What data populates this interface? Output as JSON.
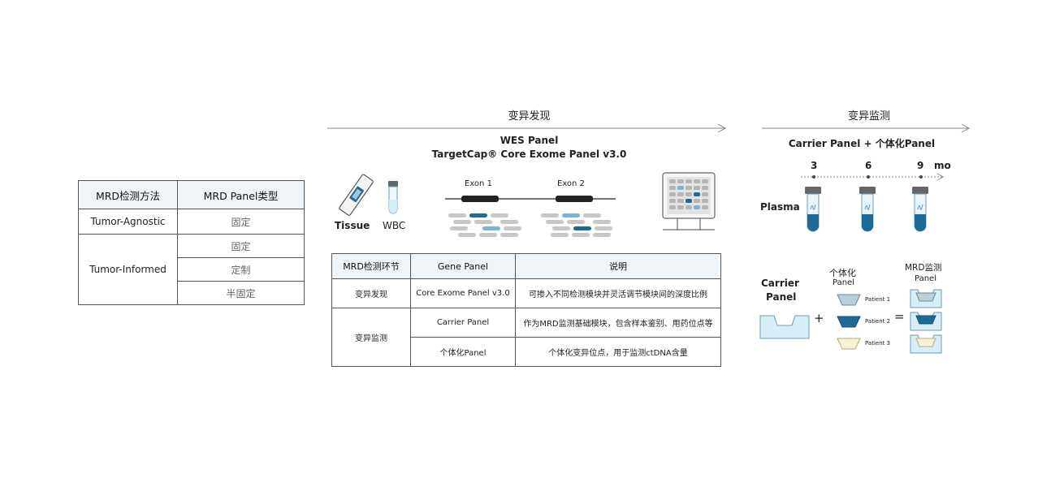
{
  "left_table": {
    "headers": [
      "MRD检测方法",
      "MRD Panel类型"
    ],
    "agnostic": {
      "method": "Tumor-Agnostic",
      "type": "固定"
    },
    "informed": {
      "method": "Tumor-Informed",
      "types": [
        "固定",
        "定制",
        "半固定"
      ]
    }
  },
  "discovery": {
    "section_title": "变异发现",
    "panel_title": "WES Panel",
    "panel_subtitle": "TargetCap® Core Exome Panel v3.0",
    "tissue_label": "Tissue",
    "wbc_label": "WBC",
    "exon1": "Exon 1",
    "exon2": "Exon 2"
  },
  "middle_table": {
    "headers": [
      "MRD检测环节",
      "Gene Panel",
      "说明"
    ],
    "rows": [
      {
        "stage": "变异发现",
        "panel": "Core Exome Panel v3.0",
        "desc": "可掺入不同检测模块并灵活调节模块间的深度比例"
      },
      {
        "stage": "变异监测",
        "panel": "Carrier Panel",
        "desc": "作为MRD监测基础模块，包含样本鉴别、用药位点等"
      },
      {
        "panel": "个体化Panel",
        "desc": "个体化变异位点，用于监测ctDNA含量"
      }
    ]
  },
  "monitoring": {
    "section_title": "变异监测",
    "panel_title": "Carrier Panel + 个体化Panel",
    "timepoints": [
      "3",
      "6",
      "9"
    ],
    "time_unit": "mo",
    "plasma_label": "Plasma",
    "carrier_label_1": "Carrier",
    "carrier_label_2": "Panel",
    "personal_label_1": "个体化",
    "personal_label_2": "Panel",
    "mrd_label_1": "MRD监测",
    "mrd_label_2": "Panel",
    "patients": [
      "Patient 1",
      "Patient 2",
      "Patient 3"
    ],
    "plus": "+",
    "equals": "="
  },
  "colors": {
    "header_bg": "#eef4f8",
    "dark_blue": "#1f5f8b",
    "light_blue": "#d8eef7",
    "patient1": "#b8d0d8",
    "patient2": "#1e6a96",
    "patient3": "#fbf2d6"
  }
}
